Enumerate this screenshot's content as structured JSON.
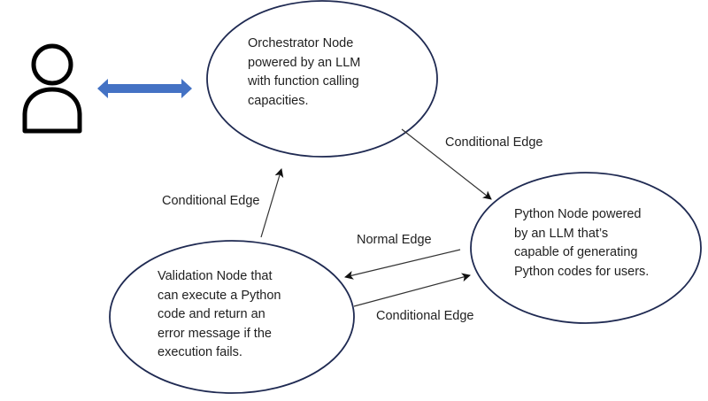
{
  "diagram": {
    "actor": {
      "label": "user",
      "icon": "user-icon"
    },
    "nodes": [
      {
        "id": "orchestrator",
        "lines": [
          "Orchestrator Node",
          "powered by an LLM",
          "with function calling",
          "capacities."
        ]
      },
      {
        "id": "python",
        "lines": [
          "Python Node powered",
          "by an LLM that’s",
          "capable of generating",
          "Python codes for users."
        ]
      },
      {
        "id": "validation",
        "lines": [
          "Validation Node that",
          "can execute a Python",
          "code and return an",
          "error message if the",
          "execution fails."
        ]
      }
    ],
    "edges": [
      {
        "id": "user-orchestrator",
        "from": "user",
        "to": "orchestrator",
        "type": "bidirectional",
        "label": ""
      },
      {
        "id": "orchestrator-python",
        "from": "orchestrator",
        "to": "python",
        "type": "conditional",
        "label": "Conditional Edge"
      },
      {
        "id": "validation-orchestrator",
        "from": "validation",
        "to": "orchestrator",
        "type": "conditional",
        "label": "Conditional Edge"
      },
      {
        "id": "python-validation",
        "from": "python",
        "to": "validation",
        "type": "normal",
        "label": "Normal Edge"
      },
      {
        "id": "validation-python",
        "from": "validation",
        "to": "python",
        "type": "conditional",
        "label": "Conditional Edge"
      }
    ],
    "colors": {
      "ellipse_stroke": "#1f2a52",
      "edge_stroke": "#222222",
      "bidirectional_arrow": "#4472c4",
      "user_icon": "#000000"
    }
  }
}
